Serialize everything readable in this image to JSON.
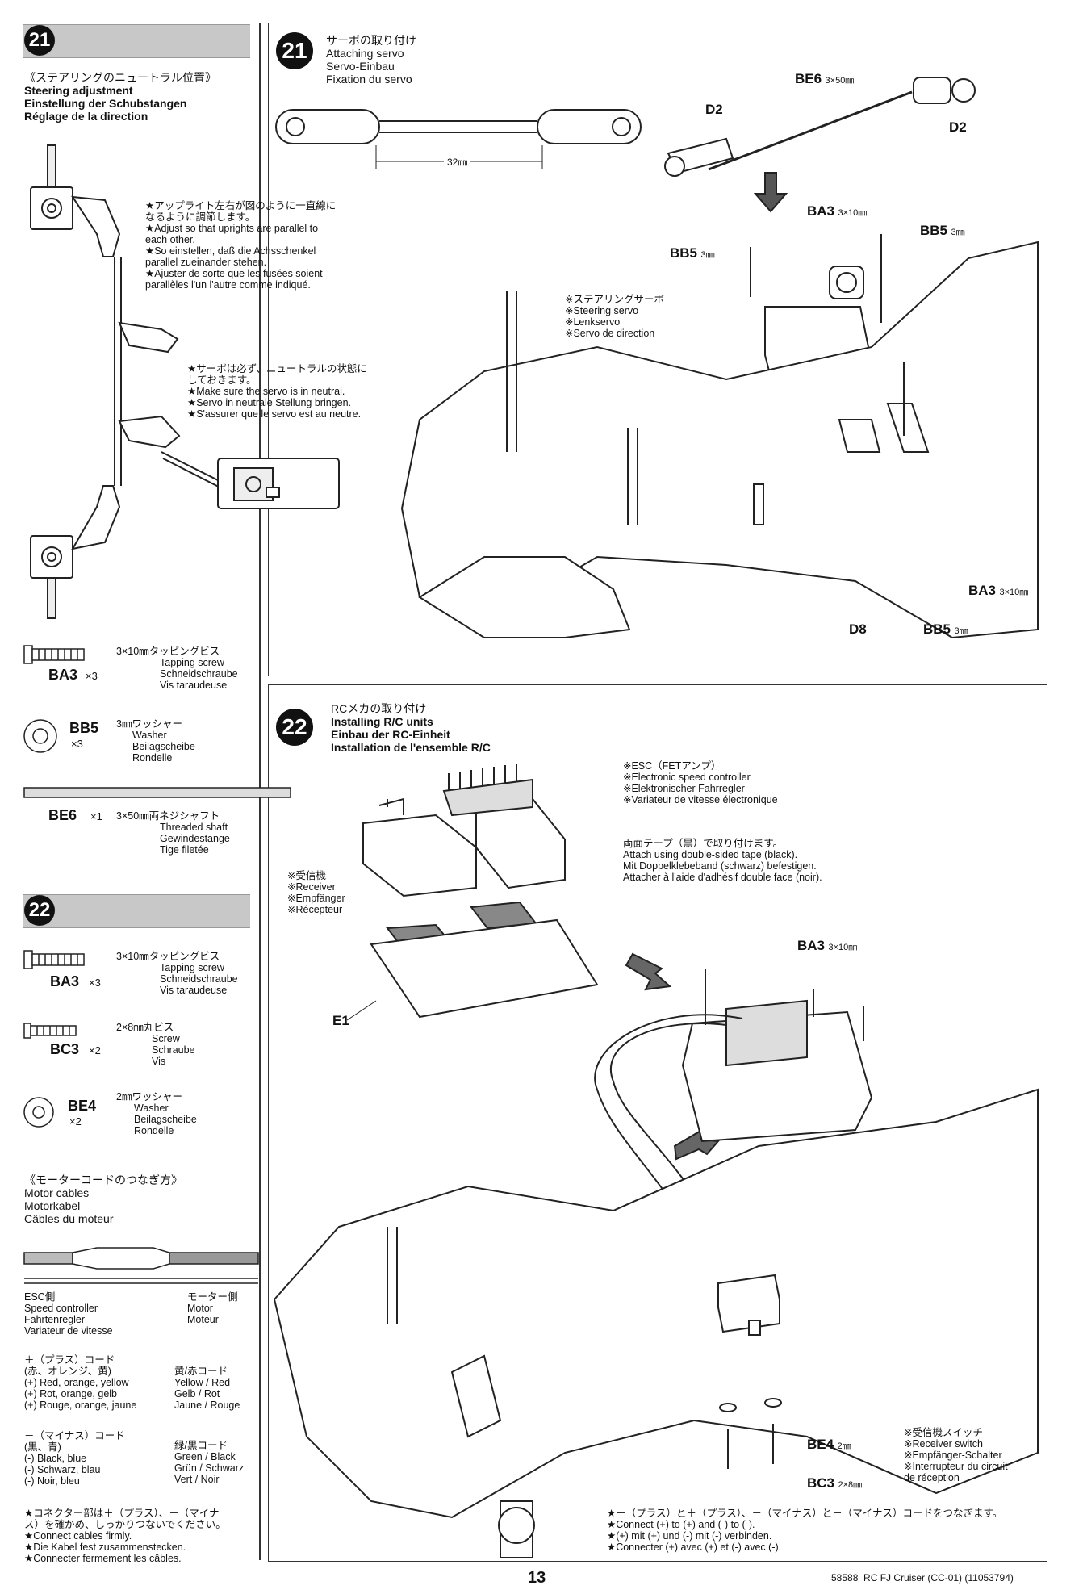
{
  "left_column": {
    "step21": {
      "number": "21",
      "section_title_lines": [
        "《ステアリングのニュートラル位置》",
        "Steering adjustment",
        "Einstellung der Schubstangen",
        "Réglage de la direction"
      ],
      "note1_lines": [
        "★アップライト左右が図のように一直線に",
        "なるように調節します。",
        "★Adjust so that uprights are parallel to",
        "each other.",
        "★So einstellen, daß die Achsschenkel",
        "parallel zueinander stehen.",
        "★Ajuster de sorte que les fusées soient",
        "parallèles l'un l'autre comme indiqué."
      ],
      "note2_lines": [
        "★サーボは必ず、ニュートラルの状態に",
        "しておきます。",
        "★Make sure the servo is in neutral.",
        "★Servo in neutrale Stellung bringen.",
        "★S'assurer que le servo est au neutre."
      ],
      "parts": [
        {
          "code": "BA3",
          "qty": "×3",
          "lines": [
            "3×10㎜タッピングビス",
            "Tapping screw",
            "Schneidschraube",
            "Vis taraudeuse"
          ]
        },
        {
          "code": "BB5",
          "qty": "×3",
          "lines": [
            "3㎜ワッシャー",
            "Washer",
            "Beilagscheibe",
            "Rondelle"
          ]
        },
        {
          "code": "BE6",
          "qty": "×1",
          "lines": [
            "3×50㎜両ネジシャフト",
            "Threaded shaft",
            "Gewindestange",
            "Tige filetée"
          ]
        }
      ]
    },
    "step22": {
      "number": "22",
      "parts": [
        {
          "code": "BA3",
          "qty": "×3",
          "lines": [
            "3×10㎜タッピングビス",
            "Tapping screw",
            "Schneidschraube",
            "Vis taraudeuse"
          ]
        },
        {
          "code": "BC3",
          "qty": "×2",
          "lines": [
            "2×8㎜丸ビス",
            "Screw",
            "Schraube",
            "Vis"
          ]
        },
        {
          "code": "BE4",
          "qty": "×2",
          "lines": [
            "2㎜ワッシャー",
            "Washer",
            "Beilagscheibe",
            "Rondelle"
          ]
        }
      ],
      "motor_title_lines": [
        "《モーターコードのつなぎ方》",
        "Motor cables",
        "Motorkabel",
        "Câbles du moteur"
      ],
      "esc_side_lines": [
        "ESC側",
        "Speed controller",
        "Fahrtenregler",
        "Variateur de vitesse"
      ],
      "motor_side_lines": [
        "モーター側",
        "Motor",
        "Moteur"
      ],
      "plus_cord_lines": [
        "＋（プラス）コード",
        "(赤、オレンジ、黄)",
        "(+) Red, orange, yellow",
        "(+) Rot, orange, gelb",
        "(+) Rouge, orange, jaune"
      ],
      "plus_motor_lines": [
        "黄/赤コード",
        "Yellow / Red",
        "Gelb / Rot",
        "Jaune / Rouge"
      ],
      "minus_cord_lines": [
        "－（マイナス）コード",
        "(黒、青)",
        "(-) Black, blue",
        "(-) Schwarz, blau",
        "(-) Noir, bleu"
      ],
      "minus_motor_lines": [
        "緑/黒コード",
        "Green / Black",
        "Grün / Schwarz",
        "Vert / Noir"
      ],
      "connector_note_lines": [
        "★コネクター部は＋（プラス）、－（マイナ",
        "ス）を確かめ、しっかりつないでください。",
        "★Connect cables firmly.",
        "★Die Kabel fest zusammenstecken.",
        "★Connecter fermement les câbles."
      ]
    }
  },
  "panel21": {
    "number": "21",
    "title_lines": [
      "サーボの取り付け",
      "Attaching servo",
      "Servo-Einbau",
      "Fixation du servo"
    ],
    "rod_length": "32㎜",
    "servo_lines": [
      "※ステアリングサーボ",
      "※Steering servo",
      "※Lenkservo",
      "※Servo de direction"
    ],
    "callouts": {
      "be6": "BE6",
      "be6_size": "3×50㎜",
      "d2_left": "D2",
      "d2_right": "D2",
      "ba3_top": "BA3",
      "ba3_top_size": "3×10㎜",
      "bb5_top_left": "BB5",
      "bb5_top_left_size": "3㎜",
      "bb5_top_right": "BB5",
      "bb5_top_right_size": "3㎜",
      "ba3_bottom": "BA3",
      "ba3_bottom_size": "3×10㎜",
      "d8": "D8",
      "bb5_bottom": "BB5",
      "bb5_bottom_size": "3㎜"
    }
  },
  "panel22": {
    "number": "22",
    "title_lines": [
      "RCメカの取り付け",
      "Installing R/C units",
      "Einbau der RC-Einheit",
      "Installation de l'ensemble R/C"
    ],
    "esc_lines": [
      "※ESC（FETアンプ）",
      "※Electronic speed controller",
      "※Elektronischer Fahrregler",
      "※Variateur de vitesse électronique"
    ],
    "tape_lines": [
      "両面テープ（黒）で取り付けます。",
      "Attach using double-sided tape (black).",
      "Mit Doppelklebeband (schwarz) befestigen.",
      "Attacher à l'aide d'adhésif double face (noir)."
    ],
    "receiver_lines": [
      "※受信機",
      "※Receiver",
      "※Empfänger",
      "※Récepteur"
    ],
    "e1": "E1",
    "ba3": "BA3",
    "ba3_size": "3×10㎜",
    "be4": "BE4",
    "be4_size": "2㎜",
    "bc3": "BC3",
    "bc3_size": "2×8㎜",
    "switch_lines": [
      "※受信機スイッチ",
      "※Receiver switch",
      "※Empfänger-Schalter",
      "※Interrupteur du circuit",
      "de réception"
    ],
    "connect_note_lines": [
      "★＋（プラス）と＋（プラス）、－（マイナス）と－（マイナス）コードをつなぎます。",
      "★Connect (+) to (+) and (-) to (-).",
      "★(+) mit (+) und (-) mit (-) verbinden.",
      "★Connecter (+) avec (+) et (-) avec (-)."
    ]
  },
  "footer": {
    "page_number": "13",
    "doc_ref": "58588  RC FJ Cruiser (CC-01) (11053794)"
  }
}
